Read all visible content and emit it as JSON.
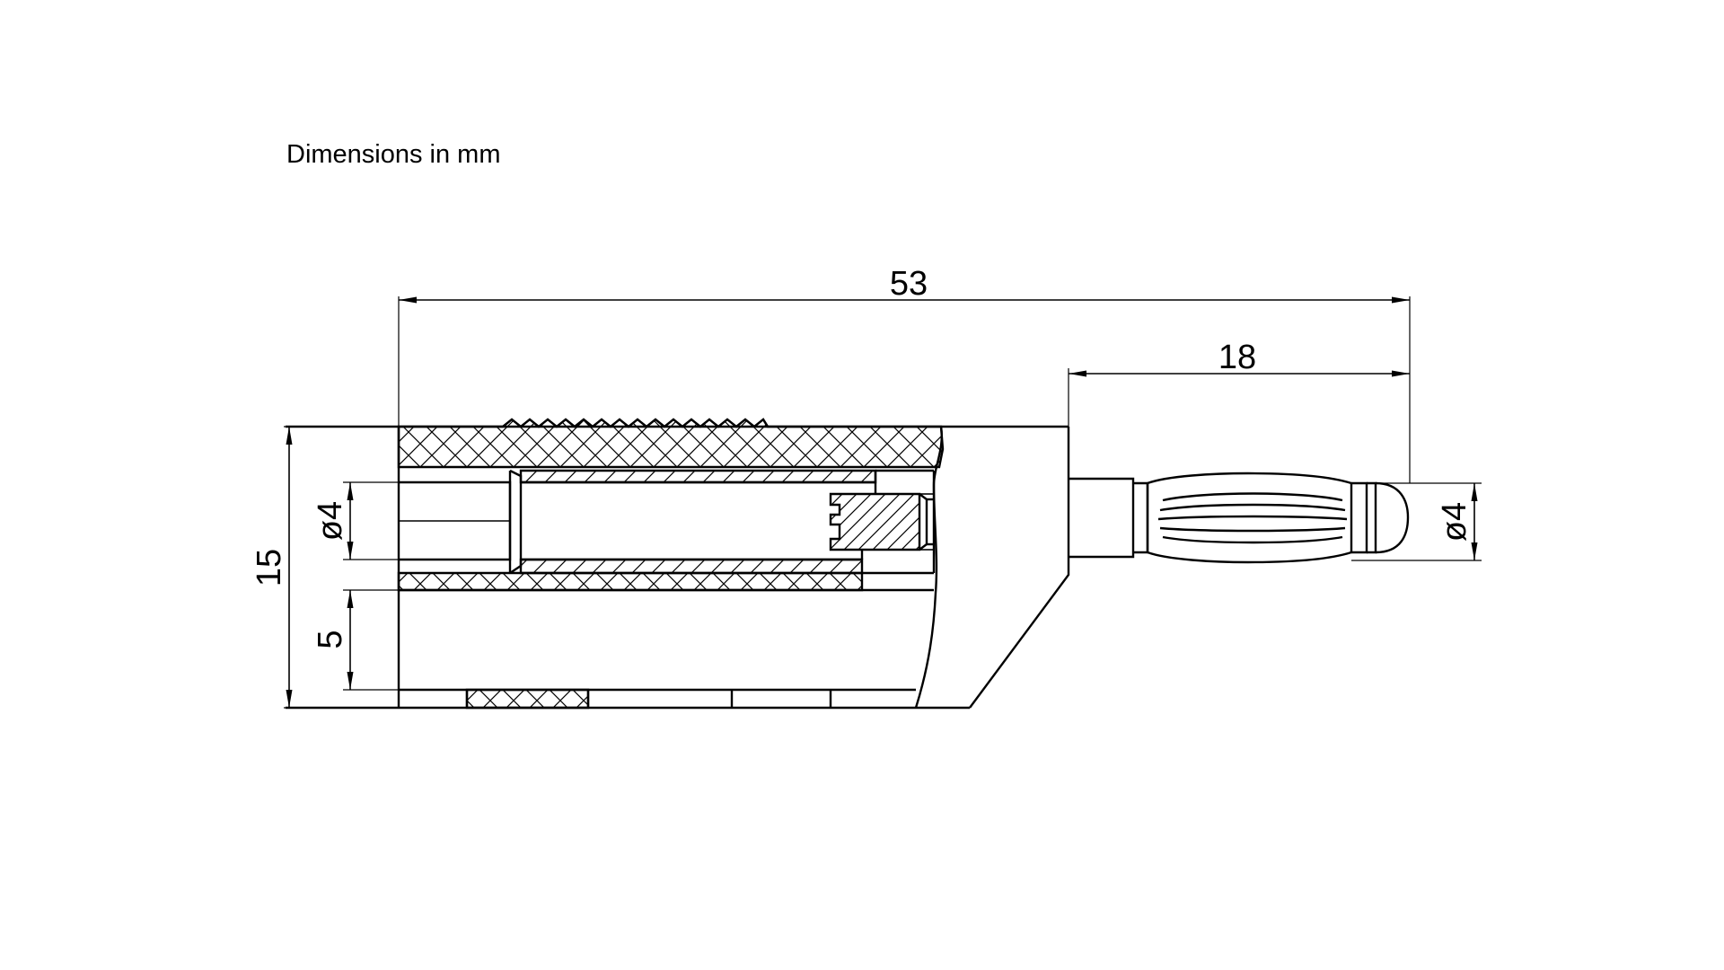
{
  "drawing": {
    "units_note": "Dimensions in mm",
    "dimensions": {
      "overall_length": "53",
      "pin_length": "18",
      "overall_height": "15",
      "bore_diameter": "ø4",
      "pin_diameter": "ø4",
      "lower_height": "5"
    }
  }
}
